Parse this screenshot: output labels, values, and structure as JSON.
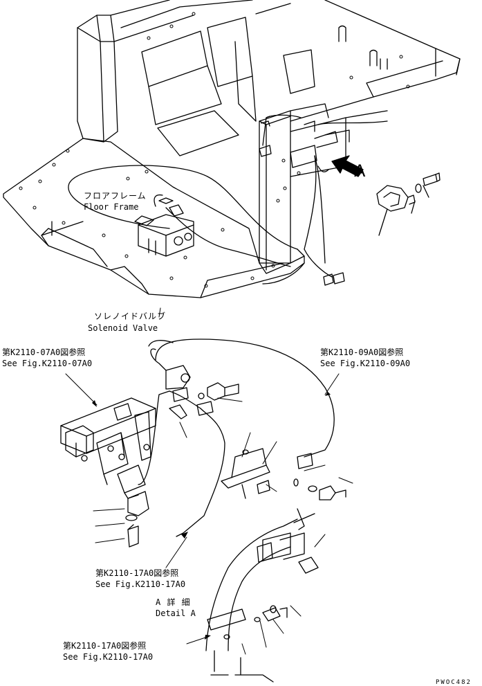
{
  "labels": {
    "floor_frame_jp": "フロアフレーム",
    "floor_frame_en": "Floor Frame",
    "solenoid_valve_jp": "ソレノイドバルブ",
    "solenoid_valve_en": "Solenoid Valve",
    "ref_07_jp": "第K2110-07A0図参照",
    "ref_07_en": "See Fig.K2110-07A0",
    "ref_09_jp": "第K2110-09A0図参照",
    "ref_09_en": "See Fig.K2110-09A0",
    "ref_17a_jp": "第K2110-17A0図参照",
    "ref_17a_en": "See Fig.K2110-17A0",
    "detail_jp": "A 詳 細",
    "detail_en": "Detail A",
    "ref_17b_jp": "第K2110-17A0図参照",
    "ref_17b_en": "See Fig.K2110-17A0",
    "view_letter": "A",
    "drawing_code": "PWOC482"
  },
  "colors": {
    "ink": "#000000",
    "paper": "#ffffff"
  }
}
